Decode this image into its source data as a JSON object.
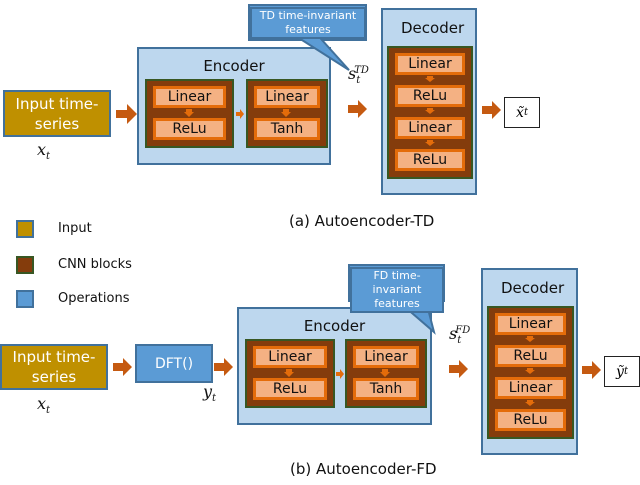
{
  "colors": {
    "input": "#bf9000",
    "cnn_block": "#843c0c",
    "operations": "#5b9bd5",
    "panel": "#bdd7ee",
    "layer": "#f4b183",
    "arrow": "#c55a11"
  },
  "legend": [
    {
      "label": "Input",
      "color": "#bf9000"
    },
    {
      "label": "CNN blocks",
      "color": "#843c0c"
    },
    {
      "label": "Operations",
      "color": "#5b9bd5"
    }
  ],
  "td": {
    "caption": "(a) Autoencoder-TD",
    "input_label": "Input time-series",
    "input_var": "x",
    "input_sub": "t",
    "callout": "TD time-invariant features",
    "latent_var": "s",
    "latent_sub": "t",
    "latent_sup": "TD",
    "encoder": {
      "title": "Encoder",
      "blocks": [
        {
          "layers": [
            "Linear",
            "ReLu"
          ]
        },
        {
          "layers": [
            "Linear",
            "Tanh"
          ]
        }
      ]
    },
    "decoder": {
      "title": "Decoder",
      "layers": [
        "Linear",
        "ReLu",
        "Linear",
        "ReLu"
      ]
    },
    "output_var": "x̃",
    "output_sub": "t"
  },
  "fd": {
    "caption": "(b) Autoencoder-FD",
    "input_label": "Input time-series",
    "input_var": "x",
    "input_sub": "t",
    "op_label": "DFT()",
    "op_var": "y",
    "op_sub": "t",
    "callout": "FD time-invariant features",
    "latent_var": "s",
    "latent_sub": "t",
    "latent_sup": "FD",
    "encoder": {
      "title": "Encoder",
      "blocks": [
        {
          "layers": [
            "Linear",
            "ReLu"
          ]
        },
        {
          "layers": [
            "Linear",
            "Tanh"
          ]
        }
      ]
    },
    "decoder": {
      "title": "Decoder",
      "layers": [
        "Linear",
        "ReLu",
        "Linear",
        "ReLu"
      ]
    },
    "output_var": "ỹ",
    "output_sub": "t"
  }
}
